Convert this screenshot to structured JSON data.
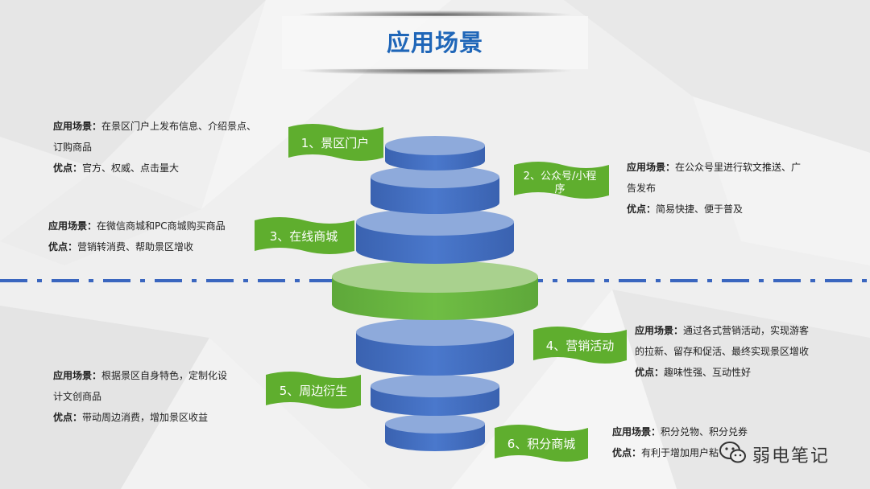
{
  "title": "应用场景",
  "colors": {
    "tier_blue": "#4472c4",
    "tier_blue_top": "#8eaadb",
    "tier_green": "#70ad47",
    "tier_green_top": "#a9d18e",
    "banner_green": "#5fae2e",
    "title_blue": "#1f66b8",
    "dash_blue": "#3a66bf"
  },
  "labels": {
    "l1": "1、景区门户",
    "l2_line1": "2、公众号/小程",
    "l2_line2": "序",
    "l3": "3、在线商城",
    "l4": "4、营销活动",
    "l5": "5、周边衍生",
    "l6": "6、积分商城"
  },
  "descriptions": {
    "d1": {
      "scene_key": "应用场景：",
      "scene_line1": "在景区门户上发布信息、介绍景点、",
      "scene_line2": "订购商品",
      "adv_key": "优点：",
      "adv": "官方、权威、点击量大"
    },
    "d2": {
      "scene_key": "应用场景：",
      "scene_line1": "在公众号里进行软文推送、广",
      "scene_line2": "告发布",
      "adv_key": "优点：",
      "adv": "简易快捷、便于普及"
    },
    "d3": {
      "scene_key": "应用场景：",
      "scene_line1": "在微信商城和PC商城购买商品",
      "adv_key": "优点：",
      "adv": "营销转消费、帮助景区增收"
    },
    "d4": {
      "scene_key": "应用场景：",
      "scene_line1": "通过各式营销活动，实现游客",
      "scene_line2": "的拉新、留存和促活、最终实现景区增收",
      "adv_key": "优点：",
      "adv": "趣味性强、互动性好"
    },
    "d5": {
      "scene_key": "应用场景：",
      "scene_line1": "根据景区自身特色，定制化设",
      "scene_line2": "计文创商品",
      "adv_key": "优点：",
      "adv": "带动周边消费，增加景区收益"
    },
    "d6": {
      "scene_key": "应用场景：",
      "scene_line1": "积分兑物、积分兑券",
      "adv_key": "优点：",
      "adv": "有利于增加用户粘"
    }
  },
  "watermark": {
    "text": "弱电笔记",
    "icon": "wechat-icon"
  }
}
